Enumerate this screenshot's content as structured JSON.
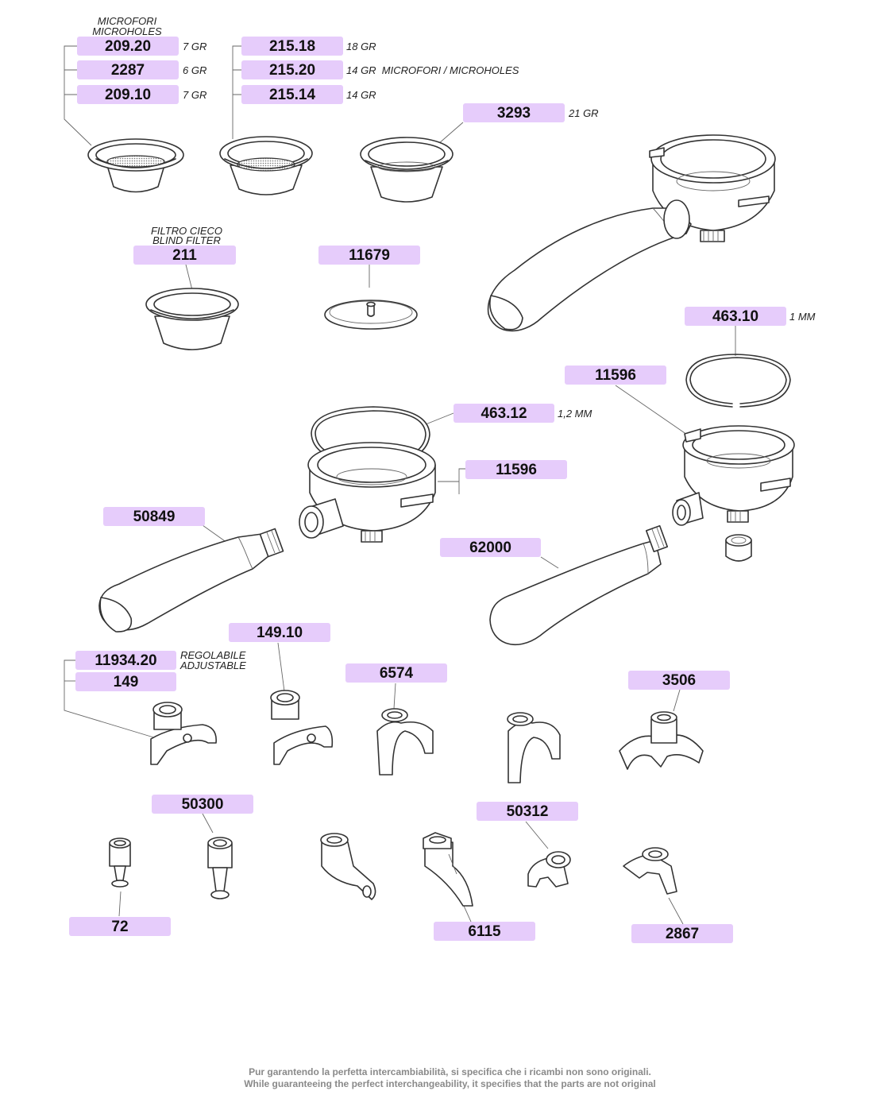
{
  "parts": [
    {
      "code": "209.20",
      "note": "7 GR"
    },
    {
      "code": "2287",
      "note": "6 GR"
    },
    {
      "code": "209.10",
      "note": "7 GR"
    },
    {
      "code": "215.18",
      "note": "18 GR"
    },
    {
      "code": "215.20",
      "note": "14 GR  MICROFORI / MICROHOLES"
    },
    {
      "code": "215.14",
      "note": "14 GR"
    },
    {
      "code": "3293",
      "note": "21 GR"
    },
    {
      "code": "211",
      "note": ""
    },
    {
      "code": "11679",
      "note": ""
    },
    {
      "code": "463.10",
      "note": "1 MM"
    },
    {
      "code": "11596",
      "note": ""
    },
    {
      "code": "463.12",
      "note": "1,2 MM"
    },
    {
      "code": "11596",
      "note": ""
    },
    {
      "code": "50849",
      "note": ""
    },
    {
      "code": "62000",
      "note": ""
    },
    {
      "code": "149.10",
      "note": ""
    },
    {
      "code": "11934.20",
      "note": ""
    },
    {
      "code": "149",
      "note": ""
    },
    {
      "code": "6574",
      "note": ""
    },
    {
      "code": "3506",
      "note": ""
    },
    {
      "code": "50300",
      "note": ""
    },
    {
      "code": "50312",
      "note": ""
    },
    {
      "code": "72",
      "note": ""
    },
    {
      "code": "6115",
      "note": ""
    },
    {
      "code": "2867",
      "note": ""
    }
  ],
  "headings": {
    "microholes": [
      "MICROFORI",
      "MICROHOLES"
    ],
    "blind_filter": [
      "FILTRO CIECO",
      "BLIND FILTER"
    ],
    "adjustable": [
      "REGOLABILE",
      "ADJUSTABLE"
    ]
  },
  "footer": [
    "Pur garantendo la perfetta intercambiabilità, si specifica che i ricambi non sono originali.",
    "While guaranteeing the perfect interchangeability, it specifies that the parts are not original"
  ],
  "colors": {
    "tag_fill": "#e6ccfb",
    "line": "#333333",
    "footer_text": "#8a8a8a"
  }
}
